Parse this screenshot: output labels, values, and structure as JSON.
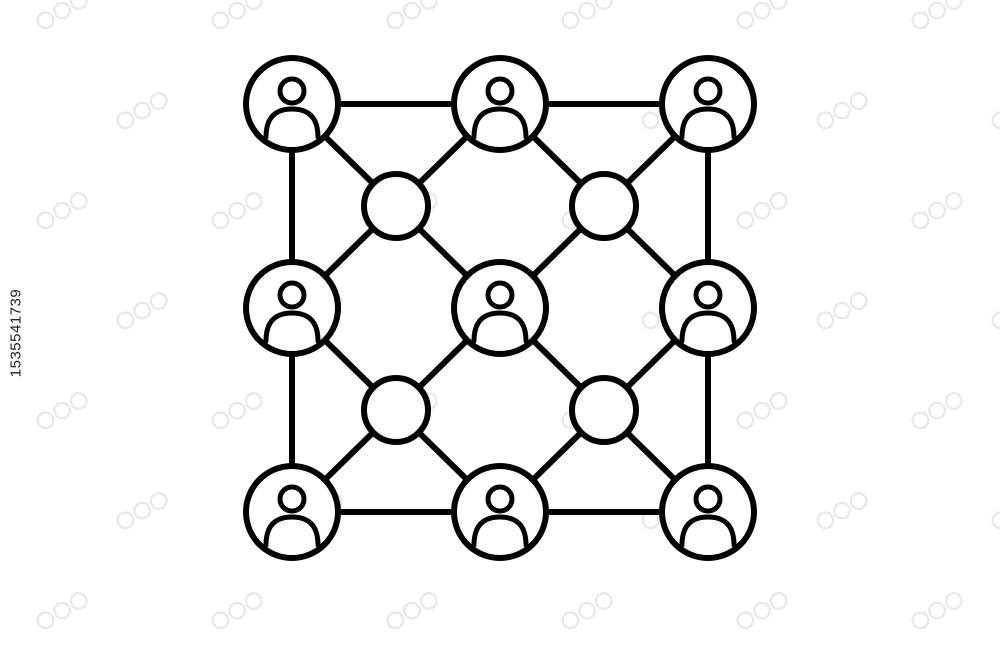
{
  "image_id_text": "1535541739",
  "colors": {
    "stroke": "#000000",
    "background": "#ffffff",
    "watermark": "#e6e6e6"
  },
  "icons": {
    "person_node": "user-avatar-icon",
    "hub_node": "hub-node-icon"
  },
  "diagram": {
    "grid": "3x3 person nodes with 2x2 interstitial hub nodes",
    "person_nodes": 9,
    "hub_nodes": 4
  }
}
